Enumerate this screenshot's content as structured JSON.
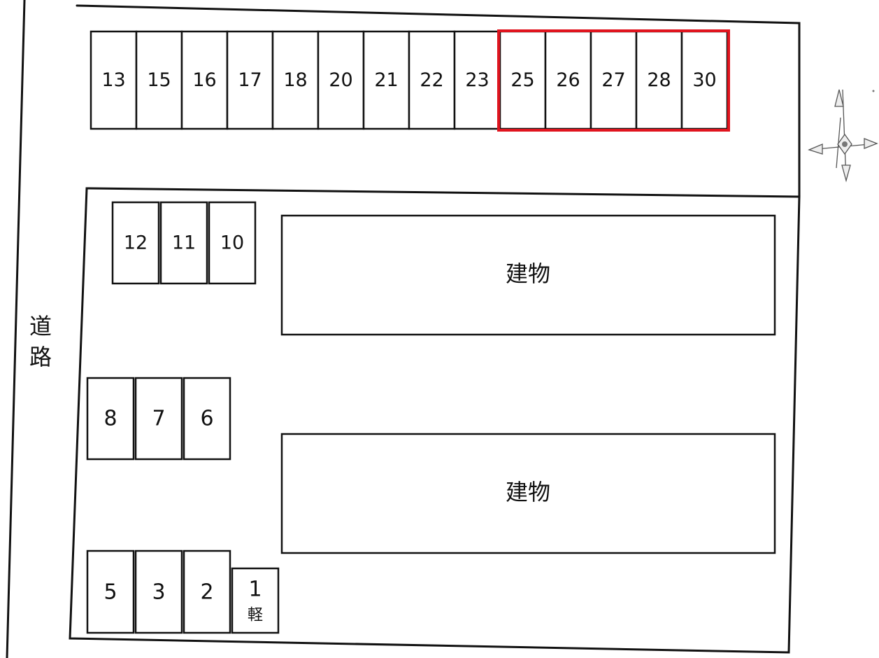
{
  "road_label_chars": [
    "道",
    "路"
  ],
  "building_label": "建物",
  "compact_car_mark": "軽",
  "top_row_stalls": [
    "13",
    "15",
    "16",
    "17",
    "18",
    "20",
    "21",
    "22",
    "23",
    "25",
    "26",
    "27",
    "28",
    "30"
  ],
  "highlighted_stalls": [
    "25",
    "26",
    "27",
    "28",
    "30"
  ],
  "upper_left_stalls": [
    "12",
    "11",
    "10"
  ],
  "middle_left_stalls": [
    "8",
    "7",
    "6"
  ],
  "bottom_left_stalls": [
    "5",
    "3",
    "2"
  ],
  "compact_stall_number": "1",
  "colors": {
    "line": "#111111",
    "highlight": "#e0141e",
    "background": "#ffffff"
  },
  "icons": [
    "compass-rose-icon"
  ]
}
